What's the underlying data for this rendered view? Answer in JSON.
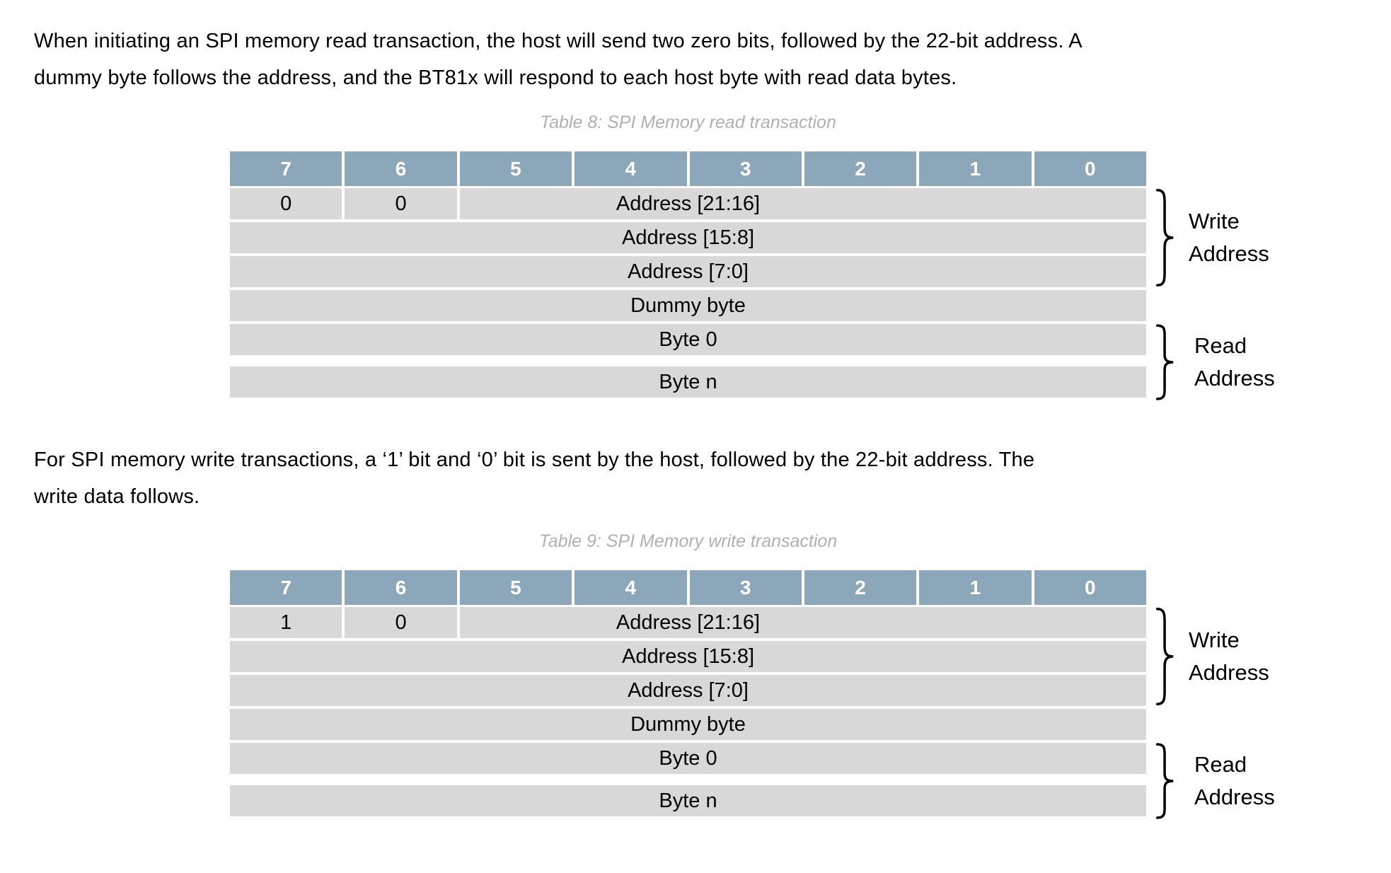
{
  "document": {
    "paragraph_read": {
      "lines": [
        "When initiating an SPI memory read transaction, the host will send two zero bits, followed by the 22-bit address. A",
        "dummy byte follows the address, and the BT81x will respond to each host byte with read data bytes."
      ]
    },
    "paragraph_write": {
      "lines": [
        "For SPI memory write transactions, a ‘1’ bit and ‘0’ bit is sent by the host, followed by the 22-bit address. The",
        "write data follows."
      ]
    }
  },
  "colors": {
    "table_header_bg": "#8ca6ba",
    "table_row_bg": "#d8d8d8",
    "caption_text": "#b0b0b0",
    "body_text": "#000000"
  },
  "tables": [
    {
      "caption": "Table 8: SPI Memory read transaction",
      "bit_headers": [
        "7",
        "6",
        "5",
        "4",
        "3",
        "2",
        "1",
        "0"
      ],
      "rows": [
        {
          "cells": [
            "0",
            "0",
            "Address [21:16]"
          ]
        },
        {
          "cells": [
            "Address [15:8]"
          ]
        },
        {
          "cells": [
            "Address [7:0]"
          ]
        },
        {
          "cells": [
            "Dummy byte"
          ]
        },
        {
          "cells": [
            "Byte 0"
          ]
        },
        {
          "cells": [
            "Byte n"
          ]
        }
      ],
      "annotations": [
        {
          "label": "Write Address"
        },
        {
          "label": "Read Address"
        }
      ]
    },
    {
      "caption": "Table 9: SPI Memory write transaction",
      "bit_headers": [
        "7",
        "6",
        "5",
        "4",
        "3",
        "2",
        "1",
        "0"
      ],
      "rows": [
        {
          "cells": [
            "1",
            "0",
            "Address [21:16]"
          ]
        },
        {
          "cells": [
            "Address [15:8]"
          ]
        },
        {
          "cells": [
            "Address [7:0]"
          ]
        },
        {
          "cells": [
            "Dummy byte"
          ]
        },
        {
          "cells": [
            "Byte 0"
          ]
        },
        {
          "cells": [
            "Byte n"
          ]
        }
      ],
      "annotations": [
        {
          "label": "Write Address"
        },
        {
          "label": "Read Address"
        }
      ]
    }
  ]
}
